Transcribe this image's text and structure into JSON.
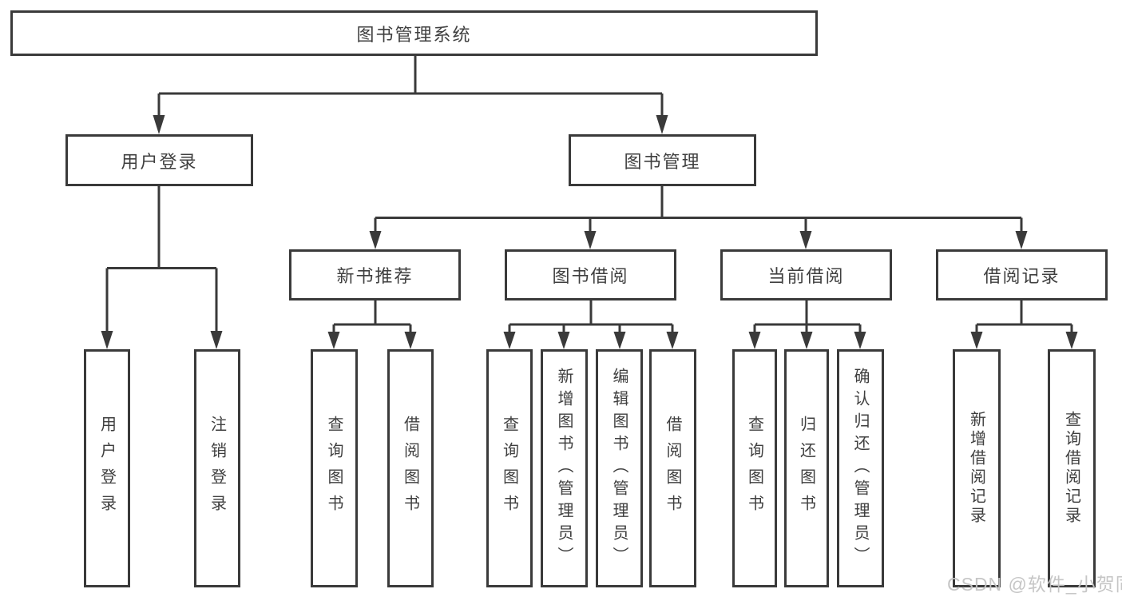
{
  "tree": {
    "root": {
      "label": "图书管理系统"
    },
    "level2": [
      {
        "label": "用户登录",
        "children": [
          {
            "label": "用户登录"
          },
          {
            "label": "注销登录"
          }
        ]
      },
      {
        "label": "图书管理",
        "children": [
          {
            "label": "新书推荐",
            "children": [
              {
                "label": "查询图书"
              },
              {
                "label": "借阅图书"
              }
            ]
          },
          {
            "label": "图书借阅",
            "children": [
              {
                "label": "查询图书"
              },
              {
                "label": "新增图书（管理员）"
              },
              {
                "label": "编辑图书（管理员）"
              },
              {
                "label": "借阅图书"
              }
            ]
          },
          {
            "label": "当前借阅",
            "children": [
              {
                "label": "查询图书"
              },
              {
                "label": "归还图书"
              },
              {
                "label": "确认归还（管理员）"
              }
            ]
          },
          {
            "label": "借阅记录",
            "children": [
              {
                "label": "新增借阅记录"
              },
              {
                "label": "查询借阅记录"
              }
            ]
          }
        ]
      }
    ]
  },
  "watermark": {
    "text": "CSDN @软件_小贺同学"
  },
  "colors": {
    "line": "#3a3a3a",
    "text": "#3f3f3f",
    "watermark": "#c4c4c4",
    "background": "#ffffff"
  }
}
